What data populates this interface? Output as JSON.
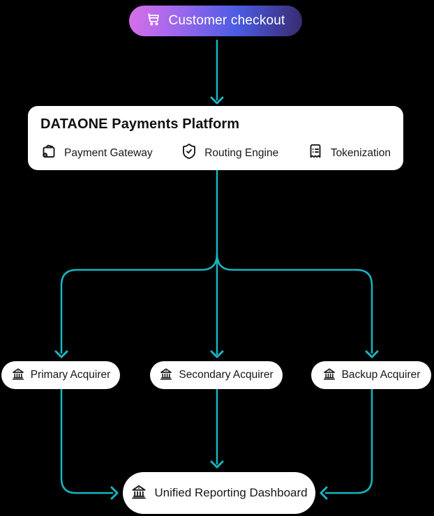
{
  "diagram": {
    "title_node": {
      "label": "Customer checkout",
      "icon": "shopping-cart-icon"
    },
    "platform": {
      "title": "DATAONE Payments Platform",
      "features": [
        {
          "label": "Payment Gateway",
          "icon": "wallet-icon"
        },
        {
          "label": "Routing Engine",
          "icon": "shield-check-icon"
        },
        {
          "label": "Tokenization",
          "icon": "receipt-icon"
        }
      ]
    },
    "acquirers": [
      {
        "label": "Primary Acquirer",
        "icon": "bank-icon"
      },
      {
        "label": "Secondary Acquirer",
        "icon": "bank-icon"
      },
      {
        "label": "Backup Acquirer",
        "icon": "bank-icon"
      }
    ],
    "dashboard": {
      "label": "Unified Reporting Dashboard",
      "icon": "bank-icon"
    },
    "colors": {
      "background": "#000000",
      "connector": "#17b5c2",
      "node_background": "#ffffff",
      "node_text": "#14171a",
      "checkout_gradient_start": "#d76fe9",
      "checkout_gradient_mid": "#4b5ce4",
      "checkout_gradient_end": "#392a6d",
      "checkout_text": "#ffffff"
    }
  }
}
